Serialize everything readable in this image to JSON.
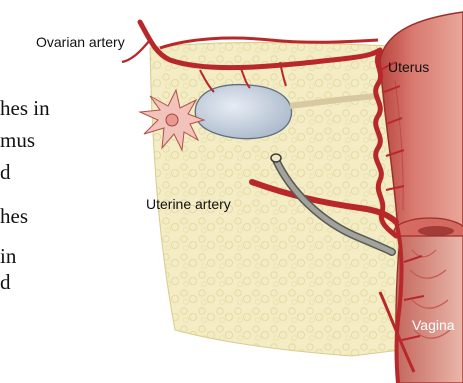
{
  "slide_text_lines": [
    "hes in",
    "mus",
    "d",
    "hes",
    "in",
    "d"
  ],
  "labels": {
    "ovarian_artery": "Ovarian artery",
    "uterus": "Uterus",
    "uterine_artery": "Uterine artery",
    "vagina": "Vagina"
  },
  "colors": {
    "artery": "#b8282a",
    "uterus_wall": "#c85a52",
    "ligament": "#f3ecc4",
    "ovary": "#c9d3e0",
    "ureter": "#8b8b86"
  }
}
